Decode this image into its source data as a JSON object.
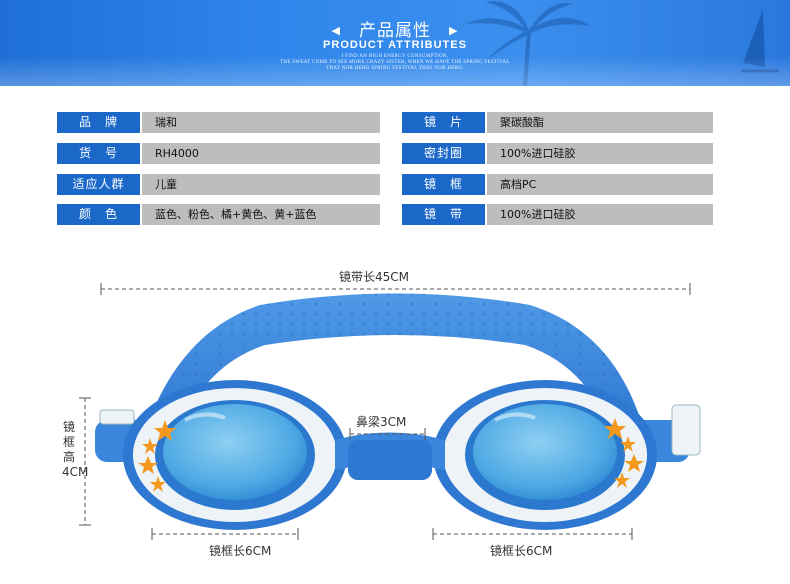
{
  "banner": {
    "title_cn": "产品属性",
    "title_en": "PRODUCT ATTRIBUTES",
    "line1": "I FIND AN HIGH ENERGY CONSUMPTION,",
    "line2": "THE SWEAT COME TO SEE MORE CRAZY SISTER, WHEN WE HAVE THE SPRING FESTIVAL",
    "line3": "THAT NOR HERO SPRING FESTIVAL THAT NOR HERO."
  },
  "attributes": {
    "left": [
      {
        "label": "品　牌",
        "value": "瑞和"
      },
      {
        "label": "货　号",
        "value": "RH4000"
      },
      {
        "label": "适应人群",
        "value": "儿童"
      },
      {
        "label": "颜　色",
        "value": "蓝色、粉色、橘+黄色、黄+蓝色"
      }
    ],
    "right": [
      {
        "label": "镜　片",
        "value": "聚碳酸酯"
      },
      {
        "label": "密封圈",
        "value": "100%进口硅胶"
      },
      {
        "label": "镜　框",
        "value": "高档PC"
      },
      {
        "label": "镜　带",
        "value": "100%进口硅胶"
      }
    ]
  },
  "dimensions": {
    "strap_length": "镜带长45CM",
    "bridge": "鼻梁3CM",
    "frame_height": "镜框高4CM",
    "frame_length_left": "镜框长6CM",
    "frame_length_right": "镜框长6CM"
  },
  "colors": {
    "banner": "#2f86ea",
    "label_bg": "#1b68c9",
    "value_bg": "#bdbdbd",
    "strap": "#3a86dd",
    "lens": "#5ab0e6",
    "frame": "#eef3f8",
    "star": "#f39a1e"
  }
}
